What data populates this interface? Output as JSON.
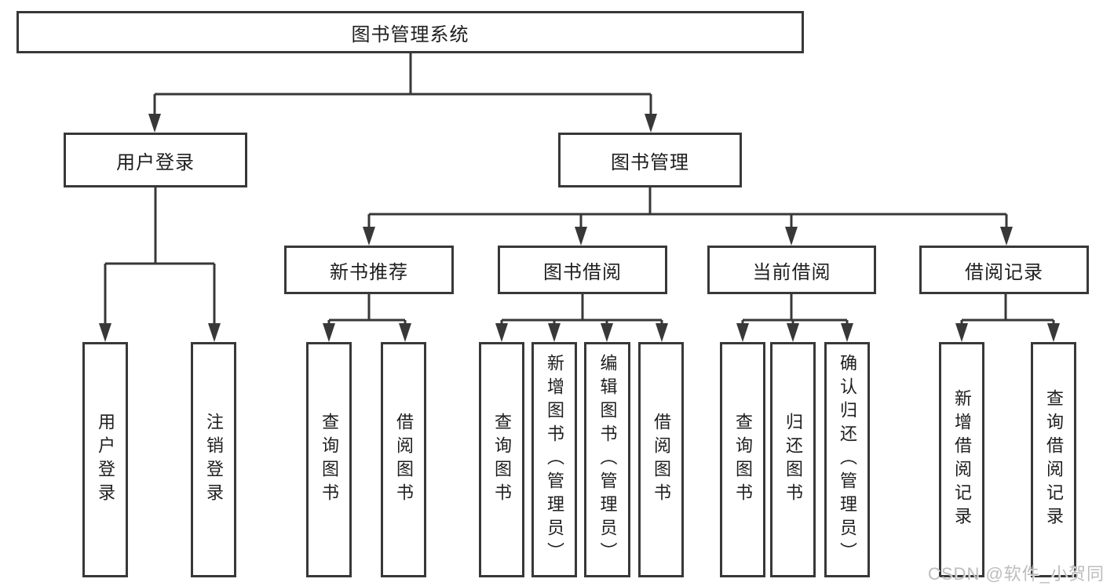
{
  "diagram": {
    "title": "图书管理系统",
    "tree": {
      "root": {
        "label": "图书管理系统"
      },
      "level2": [
        {
          "label": "用户登录",
          "children": [
            {
              "label": "用户登录"
            },
            {
              "label": "注销登录"
            }
          ]
        },
        {
          "label": "图书管理",
          "children": [
            {
              "label": "新书推荐",
              "children": [
                {
                  "label": "查询图书"
                },
                {
                  "label": "借阅图书"
                }
              ]
            },
            {
              "label": "图书借阅",
              "children": [
                {
                  "label": "查询图书"
                },
                {
                  "label": "新增图书（管理员）"
                },
                {
                  "label": "编辑图书（管理员）"
                },
                {
                  "label": "借阅图书"
                }
              ]
            },
            {
              "label": "当前借阅",
              "children": [
                {
                  "label": "查询图书"
                },
                {
                  "label": "归还图书"
                },
                {
                  "label": "确认归还（管理员）"
                }
              ]
            },
            {
              "label": "借阅记录",
              "children": [
                {
                  "label": "新增借阅记录"
                },
                {
                  "label": "查询借阅记录"
                }
              ]
            }
          ]
        }
      ]
    },
    "colors": {
      "line": "#383838",
      "text": "#1e1e1e",
      "background": "#ffffff"
    }
  },
  "watermark": {
    "text": "CSDN @软件_小贺同学"
  }
}
